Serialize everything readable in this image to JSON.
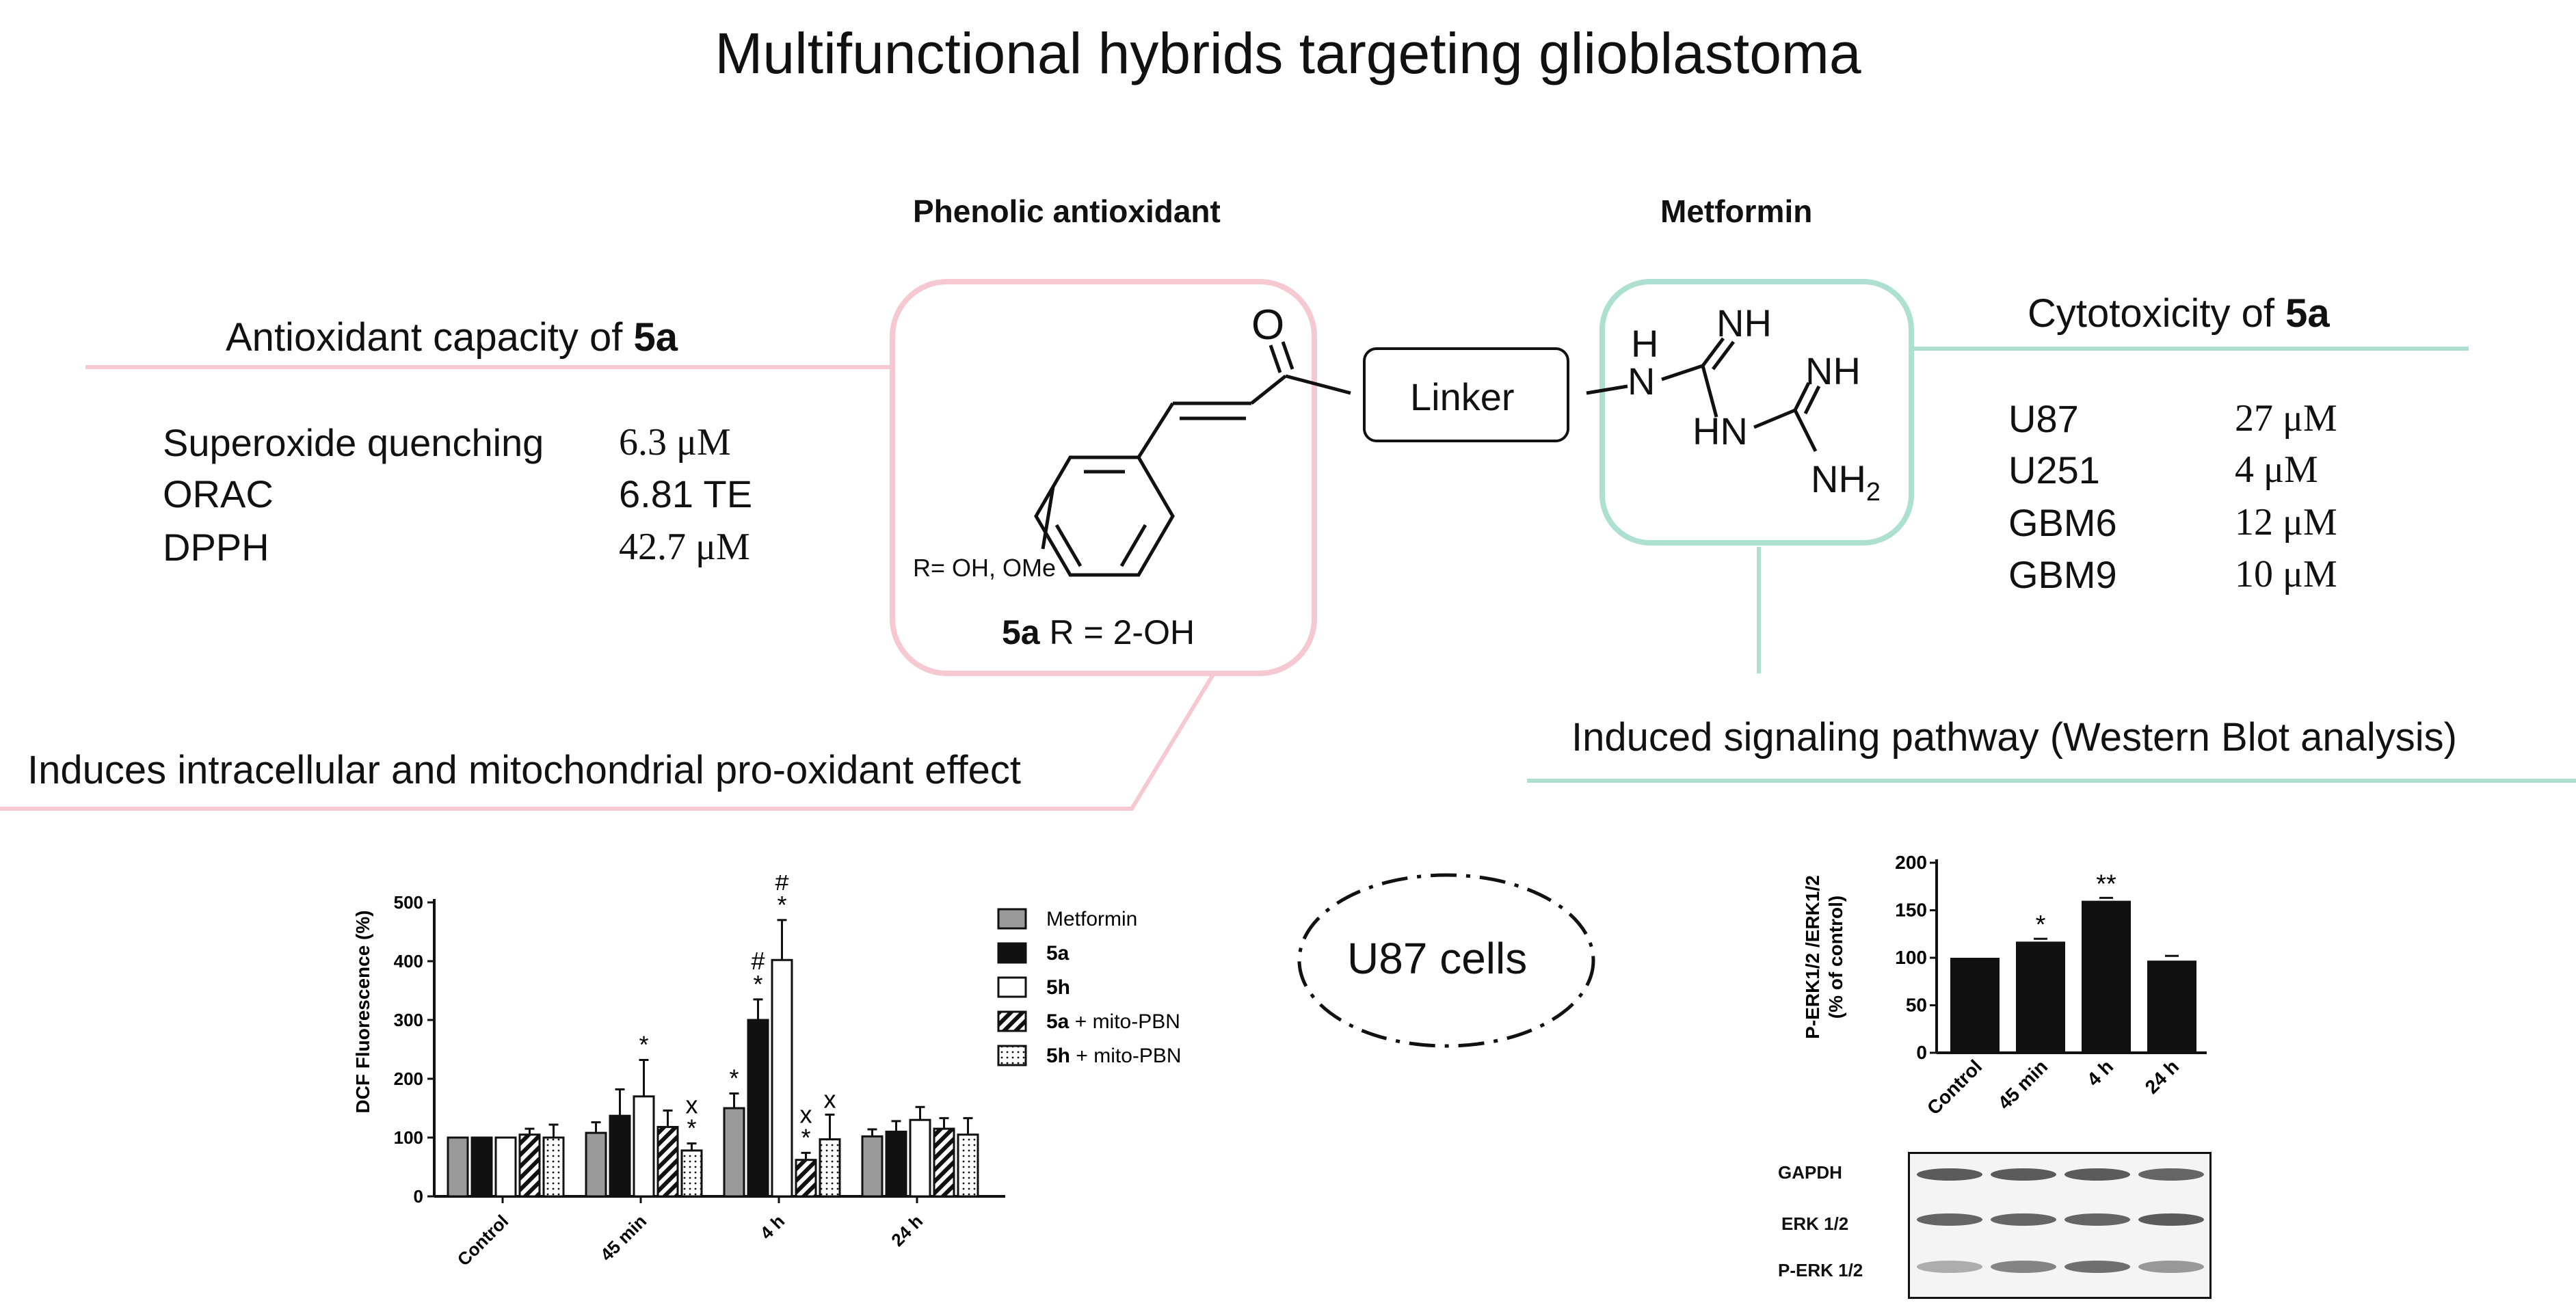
{
  "title": "Multifunctional hybrids targeting glioblastoma",
  "headers": {
    "phenolic": "Phenolic antioxidant",
    "metformin": "Metformin"
  },
  "antioxidant": {
    "heading_prefix": "Antioxidant capacity of ",
    "heading_compound": "5a",
    "rows": [
      {
        "label": "Superoxide quenching",
        "value": "6.3 μM"
      },
      {
        "label": "ORAC",
        "value": "6.81 TE"
      },
      {
        "label": "DPPH",
        "value": "42.7 μM"
      }
    ]
  },
  "cytotoxicity": {
    "heading_prefix": "Cytotoxicity of ",
    "heading_compound": "5a",
    "rows": [
      {
        "label": "U87",
        "value": "27 μM"
      },
      {
        "label": "U251",
        "value": "4 μM"
      },
      {
        "label": "GBM6",
        "value": "12 μM"
      },
      {
        "label": "GBM9",
        "value": "10 μM"
      }
    ]
  },
  "structure": {
    "oxygen": "O",
    "r_group": "R= OH, OMe",
    "caption_bold": "5a",
    "caption_rest": " R = 2-OH",
    "linker": "Linker",
    "guanidine": {
      "nh_top": "NH",
      "h": "H",
      "n": "N",
      "nh_right": "NH",
      "hn": "HN",
      "nh2": "NH",
      "nh2_sub": "2"
    }
  },
  "prooxidant_heading": "Induces intracellular and mitochondrial pro-oxidant effect",
  "signaling_heading": "Induced signaling pathway (Western Blot analysis)",
  "cells_label": "U87 cells",
  "colors": {
    "pink": "#f6c9d2",
    "teal": "#aee0d2"
  },
  "chart_data": [
    {
      "type": "bar",
      "ylabel": "DCF Fluorescence (%)",
      "ylim": [
        0,
        500
      ],
      "yticks": [
        0,
        100,
        200,
        300,
        400,
        500
      ],
      "categories": [
        "Control",
        "45 min",
        "4 h",
        "24 h"
      ],
      "legend_position": "right",
      "series": [
        {
          "name": "Metformin",
          "name_bold": "",
          "name_rest": "Metformin",
          "fill": "gray",
          "values": [
            100,
            108,
            150,
            102
          ],
          "errors": [
            0,
            18,
            25,
            12
          ],
          "marks": [
            "",
            "",
            "*",
            ""
          ]
        },
        {
          "name": "5a",
          "name_bold": "5a",
          "name_rest": "",
          "fill": "black",
          "values": [
            100,
            137,
            300,
            110
          ],
          "errors": [
            0,
            45,
            35,
            18
          ],
          "marks": [
            "",
            "",
            "#\n*",
            ""
          ]
        },
        {
          "name": "5h",
          "name_bold": "5h",
          "name_rest": "",
          "fill": "white",
          "values": [
            100,
            170,
            402,
            130
          ],
          "errors": [
            0,
            62,
            68,
            22
          ],
          "marks": [
            "",
            "*",
            "#\n*",
            ""
          ]
        },
        {
          "name": "5a + mito-PBN",
          "name_bold": "5a",
          "name_rest": " + mito-PBN",
          "fill": "hatch",
          "values": [
            105,
            118,
            62,
            115
          ],
          "errors": [
            10,
            28,
            12,
            18
          ],
          "marks": [
            "",
            "",
            "x\n*",
            ""
          ]
        },
        {
          "name": "5h + mito-PBN",
          "name_bold": "5h",
          "name_rest": " + mito-PBN",
          "fill": "dots",
          "values": [
            100,
            78,
            97,
            105
          ],
          "errors": [
            22,
            12,
            42,
            28
          ],
          "marks": [
            "",
            "x\n*",
            "x",
            ""
          ]
        }
      ]
    },
    {
      "type": "bar",
      "ylabel": "P-ERK1/2 /ERK1/2",
      "ylabel2": "(% of control)",
      "ylim": [
        0,
        200
      ],
      "yticks": [
        0,
        50,
        100,
        150,
        200
      ],
      "categories": [
        "Control",
        "45 min",
        "4 h",
        "24 h"
      ],
      "values": [
        100,
        117,
        160,
        97
      ],
      "errors": [
        0,
        3,
        3,
        5
      ],
      "marks": [
        "",
        "*",
        "**",
        ""
      ]
    }
  ],
  "western_blot": {
    "rows": [
      "GAPDH",
      "ERK 1/2",
      "P-ERK 1/2"
    ]
  }
}
